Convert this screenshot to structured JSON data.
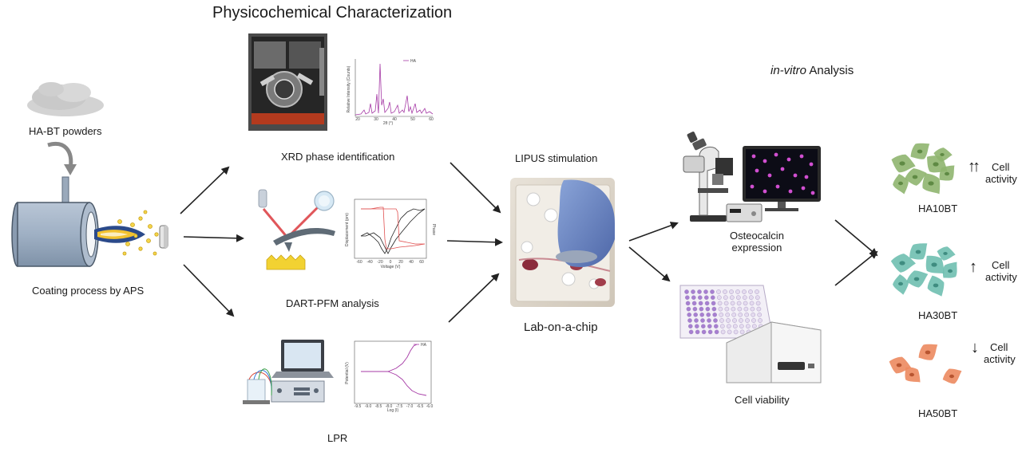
{
  "title": "Physicochemical Characterization",
  "invitro": {
    "italic": "in-vitro",
    "rest": " Analysis"
  },
  "inputs": {
    "powders": "HA-BT powders",
    "coating": "Coating process by APS"
  },
  "characterization": {
    "xrd": "XRD phase identification",
    "dart": "DART-PFM analysis",
    "lpr": "LPR",
    "xrd_chart": {
      "legend": "HA",
      "xlabel": "2θ (°)",
      "ylabel": "Relative Intensity (Counts)",
      "xticks": [
        "20",
        "30",
        "40",
        "50",
        "60"
      ]
    },
    "pfm_chart": {
      "xlabel": "Voltage (V)",
      "ylabel_left": "Displacement (pm)",
      "ylabel_right": "Phase",
      "xticks": [
        "-60",
        "-40",
        "-20",
        "0",
        "20",
        "40",
        "60"
      ]
    },
    "lpr_chart": {
      "legend": "HA",
      "xlabel": "Log (I)",
      "ylabel": "Potential (V)",
      "xticks": [
        "-9.5",
        "-9.0",
        "-8.5",
        "-8.0",
        "-7.5",
        "-7.0",
        "-6.5",
        "-6.0"
      ]
    }
  },
  "stimulation": {
    "lipus": "LIPUS stimulation",
    "chip": "Lab-on-a-chip"
  },
  "analysis": {
    "osteocalcin_line1": "Osteocalcin",
    "osteocalcin_line2": "expression",
    "viability": "Cell viability"
  },
  "results": [
    {
      "name": "HA10BT",
      "arrows": "↑↑",
      "line1": "Cell",
      "line2": "activity",
      "color": "#7faa63"
    },
    {
      "name": "HA30BT",
      "arrows": "↑",
      "line1": "Cell",
      "line2": "activity",
      "color": "#5fb3a3"
    },
    {
      "name": "HA50BT",
      "arrows": "↓",
      "line1": "Cell",
      "line2": "activity",
      "color": "#e07b52"
    }
  ]
}
